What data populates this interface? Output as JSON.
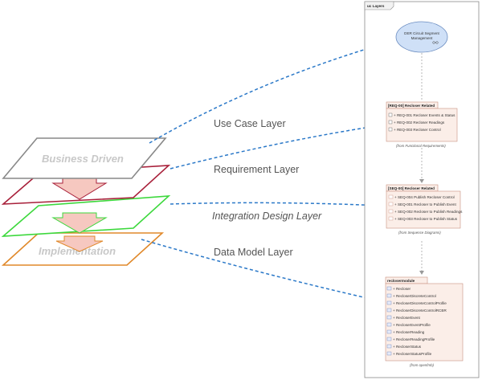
{
  "frame": {
    "title": "uc Layers"
  },
  "layers": [
    {
      "id": "use-case",
      "label": "Use Case Layer",
      "italic": false
    },
    {
      "id": "requirement",
      "label": "Requirement Layer",
      "italic": false
    },
    {
      "id": "integration",
      "label": "Integration Design Layer",
      "italic": true
    },
    {
      "id": "data-model",
      "label": "Data Model Layer",
      "italic": false
    }
  ],
  "planes": {
    "business": {
      "text": "Business Driven",
      "color": "#888888"
    },
    "requirement": {
      "color": "#a8203a"
    },
    "integration": {
      "color": "#3cd83c"
    },
    "implementation": {
      "text": "Implementation",
      "color": "#e0882a"
    }
  },
  "use_case": {
    "title_line1": "DER Circuit Segment",
    "title_line2": "Management"
  },
  "requirements": {
    "header": "[REQ-00] Recloser Related",
    "items": [
      "+ REQ-001 Recloser Events & Status",
      "+ REQ-002 Recloser Readings",
      "+ REQ-003 Recloser Control"
    ],
    "caption": "(from Functional Requirements)"
  },
  "sequences": {
    "header": "[SEQ-00] Recloser Related",
    "items": [
      "+ SEQ-004 Publish Recloser Control",
      "+ SEQ-001 Recloser to Publish Event",
      "+ SEQ-002 Recloser to Publish Readings",
      "+ SEQ-003 Recloser to Publish Status"
    ],
    "caption": "(from Sequence Diagrams)"
  },
  "data_model": {
    "header": "reclosermodule",
    "items": [
      "+ Recloser",
      "+ RecloserDiscreteControl",
      "+ RecloserDiscreteControlProfile",
      "+ RecloserDiscreteControlRCBR",
      "+ RecloserEvent",
      "+ RecloserEventProfile",
      "+ RecloserReading",
      "+ RecloserReadingProfile",
      "+ RecloserStatus",
      "+ RecloserStatusProfile"
    ],
    "caption": "(from openfmb)"
  },
  "colors": {
    "connector": "#2a78c8",
    "frame": "#8a8a8a",
    "ellipse_fill": "#cfe0f7",
    "package_fill": "#fbeee8",
    "package_border": "#c89080",
    "arrow_fill": "#f6c8c0"
  }
}
